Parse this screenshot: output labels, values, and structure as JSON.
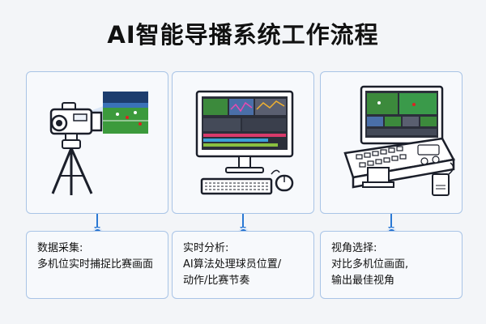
{
  "title": "AI智能导播系统工作流程",
  "steps": [
    {
      "icon": "camera-icon",
      "lines": [
        "数据采集:",
        "多机位实时捕捉比赛画面"
      ]
    },
    {
      "icon": "computer-icon",
      "lines": [
        "实时分析:",
        "AI算法处理球员位置/",
        "动作/比赛节奏"
      ]
    },
    {
      "icon": "switcher-console-icon",
      "lines": [
        "视角选择:",
        "对比多机位画面,",
        "输出最佳视角"
      ]
    }
  ],
  "colors": {
    "accent": "#2a78d4",
    "panel_border": "#a9c4e6",
    "background": "#f3f5f8"
  }
}
